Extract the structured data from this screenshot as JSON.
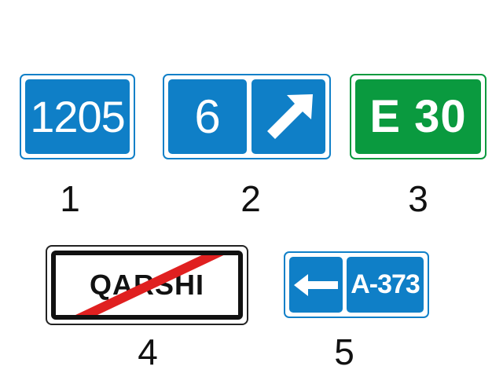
{
  "signs": [
    {
      "id": 1,
      "number": "1",
      "text": "1205"
    },
    {
      "id": 2,
      "number": "2",
      "text": "6",
      "icon": "arrow-up-right-icon"
    },
    {
      "id": 3,
      "number": "3",
      "text": "E 30"
    },
    {
      "id": 4,
      "number": "4",
      "text": "QARSHI"
    },
    {
      "id": 5,
      "number": "5",
      "text": "A-373",
      "icon": "arrow-left-icon"
    }
  ],
  "colors": {
    "blue": "#0f7fc7",
    "green": "#0a9a3f",
    "red": "#e02020",
    "black": "#111111",
    "white": "#ffffff"
  }
}
